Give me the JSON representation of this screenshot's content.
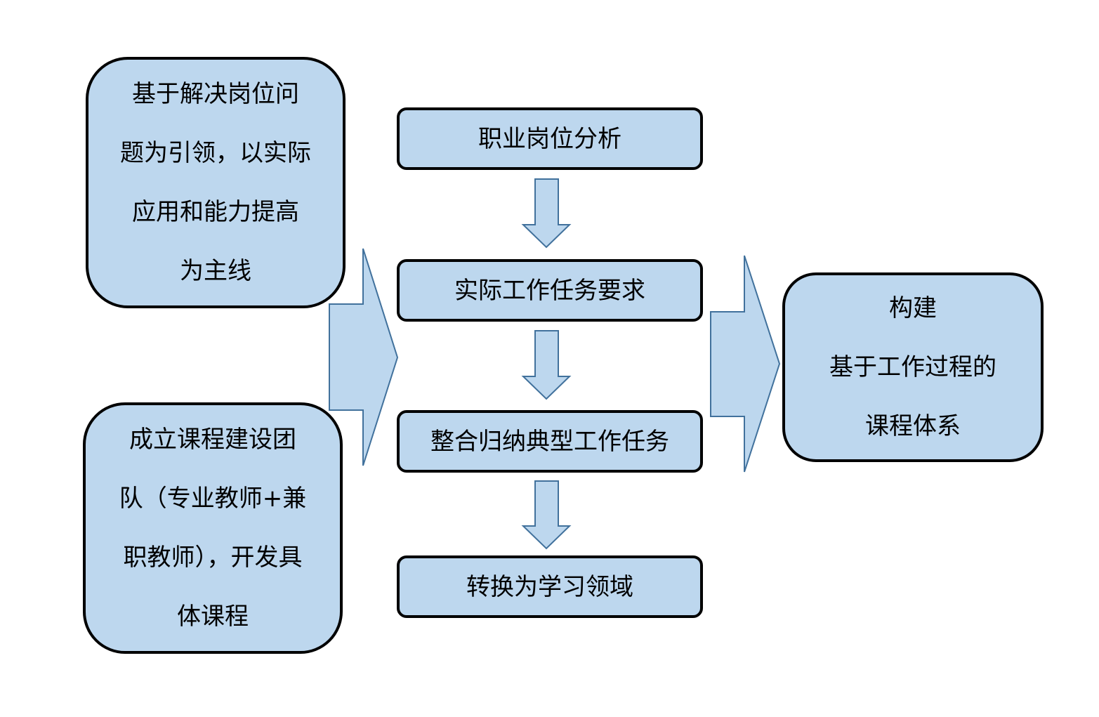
{
  "left_top": {
    "lines": [
      "基于解决岗位问",
      "题为引领，以实际",
      "应用和能力提高",
      "为主线"
    ]
  },
  "left_bottom": {
    "lines": [
      "成立课程建设团",
      "队（专业教师+兼",
      "职教师），开发具",
      "体课程"
    ]
  },
  "steps": [
    {
      "label": "职业岗位分析"
    },
    {
      "label": "实际工作任务要求"
    },
    {
      "label": "整合归纳典型工作任务"
    },
    {
      "label": "转换为学习领域"
    }
  ],
  "result": {
    "lines": [
      "构建",
      "基于工作过程的",
      "课程体系"
    ]
  },
  "colors": {
    "box_fill": "#bdd7ee",
    "box_border": "#000000",
    "arrow_fill": "#bdd7ee",
    "arrow_border": "#41719c"
  }
}
